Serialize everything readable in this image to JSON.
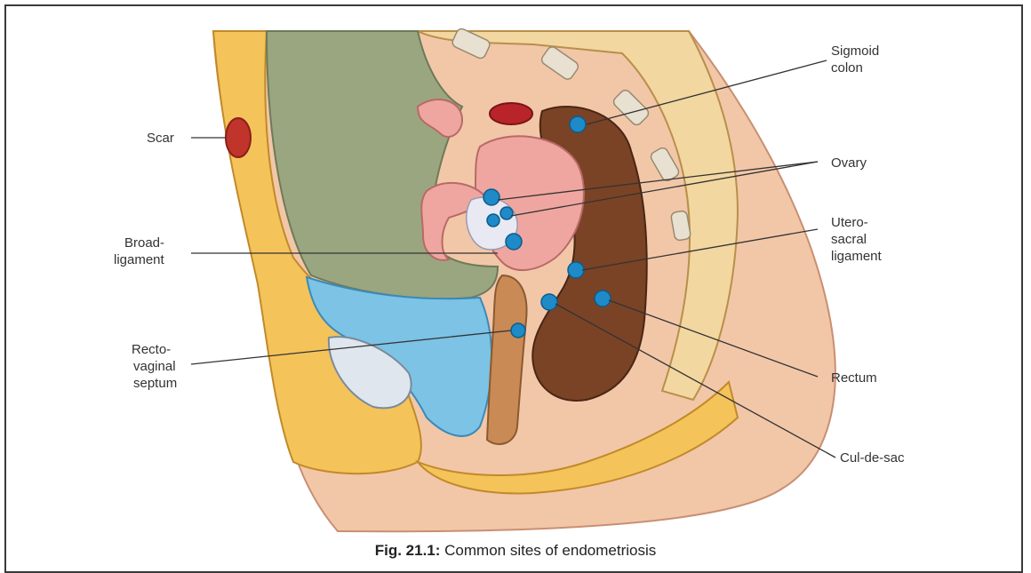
{
  "labels": {
    "scar": "Scar",
    "broad_1": "Broad-",
    "broad_2": "ligament",
    "recto_1": "Recto-",
    "recto_2": "vaginal",
    "recto_3": "septum",
    "sigmoid_1": "Sigmoid",
    "sigmoid_2": "colon",
    "ovary": "Ovary",
    "utero_1": "Utero-",
    "utero_2": "sacral",
    "utero_3": "ligament",
    "rectum": "Rectum",
    "culdesac": "Cul-de-sac"
  },
  "caption": {
    "number": "Fig. 21.1:",
    "text": " Common sites of endometriosis"
  }
}
